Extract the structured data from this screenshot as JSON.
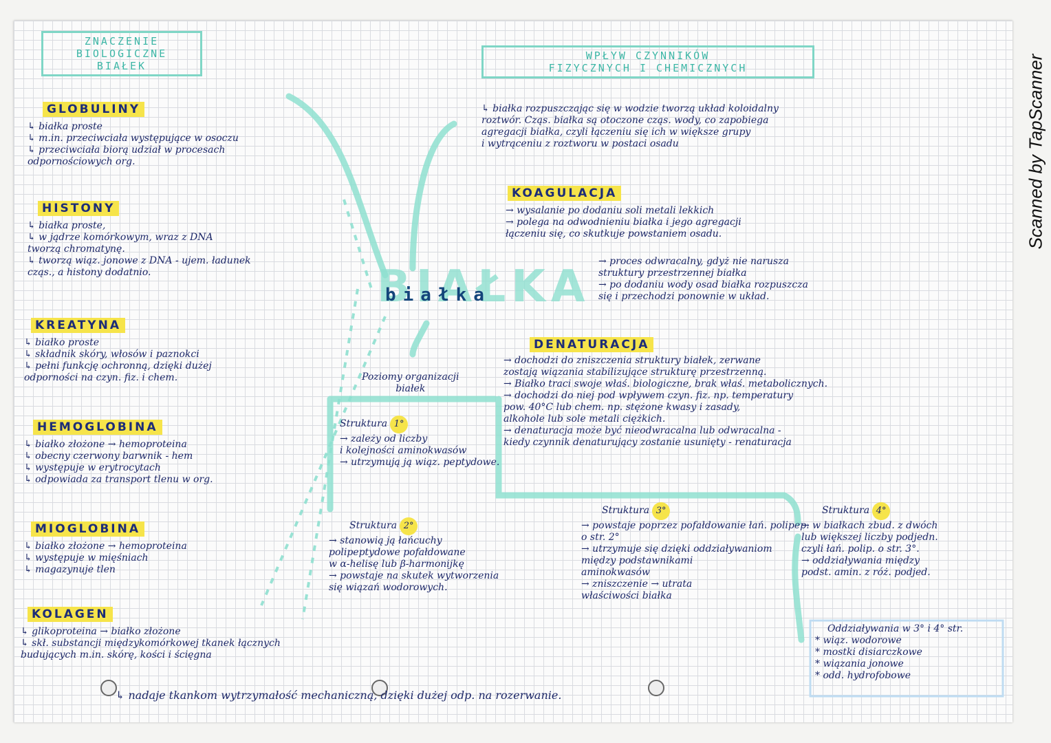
{
  "watermark": "Scanned by TapScanner",
  "titles": {
    "left_box": [
      "ZNACZENIE",
      "BIOLOGICZNE",
      "BIAŁEK"
    ],
    "right_box": [
      "WPŁYW CZYNNIKÓW",
      "FIZYCZNYCH I CHEMICZNYCH"
    ],
    "center_big": "BIAŁKA",
    "center_word": "białka"
  },
  "left": {
    "globuliny": {
      "heading": "GLOBULINY",
      "lines": [
        "↳ białka proste",
        "↳ m.in. przeciwciała występujące w osoczu",
        "↳ przeciwciała biorą udział w procesach",
        "odpornościowych org."
      ]
    },
    "histony": {
      "heading": "HISTONY",
      "lines": [
        "↳ białka proste,",
        "↳ w jądrze komórkowym, wraz z DNA",
        "tworzą chromatynę.",
        "↳ tworzą wiąz. jonowe z DNA - ujem. ładunek",
        "cząs., a histony dodatnio."
      ]
    },
    "keratyna": {
      "heading": "KREATYNA",
      "lines": [
        "↳ białko proste",
        "↳ składnik skóry, włosów i paznokci",
        "↳ pełni funkcję ochronną, dzięki dużej",
        "odporności na czyn. fiz. i chem."
      ]
    },
    "hemoglobina": {
      "heading": "HEMOGLOBINA",
      "lines": [
        "↳ białko złożone → hemoproteina",
        "↳ obecny czerwony barwnik - hem",
        "↳ występuje w erytrocytach",
        "↳ odpowiada za transport tlenu w org."
      ]
    },
    "mioglobina": {
      "heading": "MIOGLOBINA",
      "lines": [
        "↳ białko złożone → hemoproteina",
        "↳ występuje w mięśniach",
        "↳ magazynuje tlen"
      ]
    },
    "kolagen": {
      "heading": "KOLAGEN",
      "lines": [
        "↳ glikoproteina → białko złożone",
        "↳ skł. substancji międzykomórkowej tkanek łącznych",
        "budujących m.in. skórę, kości i ścięgna",
        "↳ nadaje tkankom wytrzymałość mechaniczną, dzięki dużej odp. na rozerwanie."
      ]
    }
  },
  "right": {
    "intro": [
      "↳ białka rozpuszczając się w wodzie tworzą układ koloidalny",
      "roztwór. Cząs. białka są otoczone cząs. wody, co zapobiega",
      "agregacji białka, czyli łączeniu się ich w większe grupy",
      "i wytrąceniu z roztworu w postaci osadu"
    ],
    "koagulacja": {
      "heading": "KOAGULACJA",
      "lines": [
        "→ wysalanie po dodaniu soli metali lekkich",
        "→ polega na odwodnieniu białka i jego agregacji",
        "łączeniu się, co skutkuje powstaniem osadu.",
        "→ proces odwracalny, gdyż nie narusza",
        "struktury przestrzennej białka",
        "→ po dodaniu wody osad białka rozpuszcza",
        "się i przechodzi ponownie w układ."
      ]
    },
    "denaturacja": {
      "heading": "DENATURACJA",
      "lines": [
        "→ dochodzi do zniszczenia struktury białek, zerwane",
        "zostają wiązania stabilizujące strukturę przestrzenną.",
        "→ Białko traci swoje właś. biologiczne, brak właś. metabolicznych.",
        "→ dochodzi do niej pod wpływem czyn. fiz. np. temperatury",
        "pow. 40°C lub chem. np. stężone kwasy i zasady,",
        "alkohole lub sole metali ciężkich.",
        "→ denaturacja może być nieodwracalna lub odwracalna -",
        "kiedy czynnik denaturujący zostanie usunięty - renaturacja"
      ]
    }
  },
  "structures": {
    "levels_title": [
      "Poziomy organizacji",
      "białek"
    ],
    "s1": {
      "title": "Struktura",
      "level": "1°",
      "lines": [
        "→ zależy od liczby",
        "i kolejności aminokwasów",
        "→ utrzymują ją wiąz. peptydowe."
      ]
    },
    "s2": {
      "title": "Struktura",
      "level": "2°",
      "lines": [
        "→ stanowią ją łańcuchy",
        "polipeptydowe pofałdowane",
        "w α-helisę lub β-harmonijkę",
        "→ powstaje na skutek wytworzenia",
        "się wiązań wodorowych."
      ]
    },
    "s3": {
      "title": "Struktura",
      "level": "3°",
      "lines": [
        "→ powstaje poprzez pofałdowanie łań. polipep.",
        "o str. 2°",
        "→ utrzymuje się dzięki oddziaływaniom",
        "między podstawnikami",
        "aminokwasów",
        "→ zniszczenie → utrata",
        "właściwości białka"
      ]
    },
    "s4": {
      "title": "Struktura",
      "level": "4°",
      "lines": [
        "→ w białkach zbud. z dwóch",
        "lub większej liczby podjedn.",
        "czyli łań. polip. o str. 3°.",
        "→ oddziaływania między",
        "podst. amin. z róż. podjed."
      ]
    },
    "interactions": {
      "title": "Oddziaływania w 3° i 4° str.",
      "lines": [
        "* wiąz. wodorowe",
        "* mostki disiarczkowe",
        "* wiązania jonowe",
        "* odd. hydrofobowe"
      ]
    }
  },
  "colors": {
    "teal": "#7fd6c6",
    "ink": "#1c2768",
    "yellow": "#f6e44a",
    "blue_highlight": "#bfdcf2"
  }
}
